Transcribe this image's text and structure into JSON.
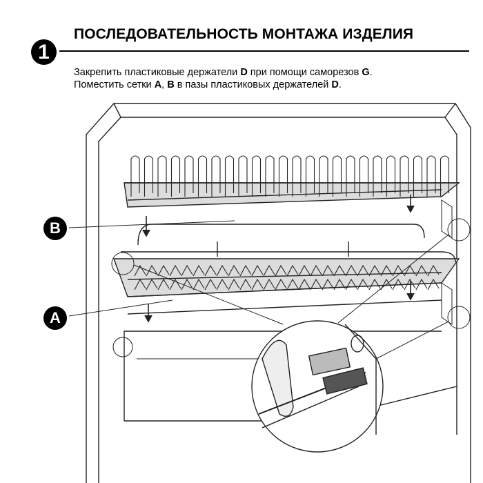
{
  "step_number": "1",
  "title": "ПОСЛЕДОВАТЕЛЬНОСТЬ МОНТАЖА ИЗДЕЛИЯ",
  "instructions": {
    "line1": {
      "t1": "Закрепить пластиковые держатели ",
      "b1": "D",
      "t2": " при помощи саморезов ",
      "b2": "G",
      "t3": "."
    },
    "line2": {
      "t1": "Поместить сетки ",
      "b1": "A",
      "t2": ", ",
      "b2": "B",
      "t3": " в пазы пластиковых держателей ",
      "b3": "D",
      "t4": "."
    }
  },
  "labels": {
    "rack_a": "A",
    "rack_b": "B"
  }
}
